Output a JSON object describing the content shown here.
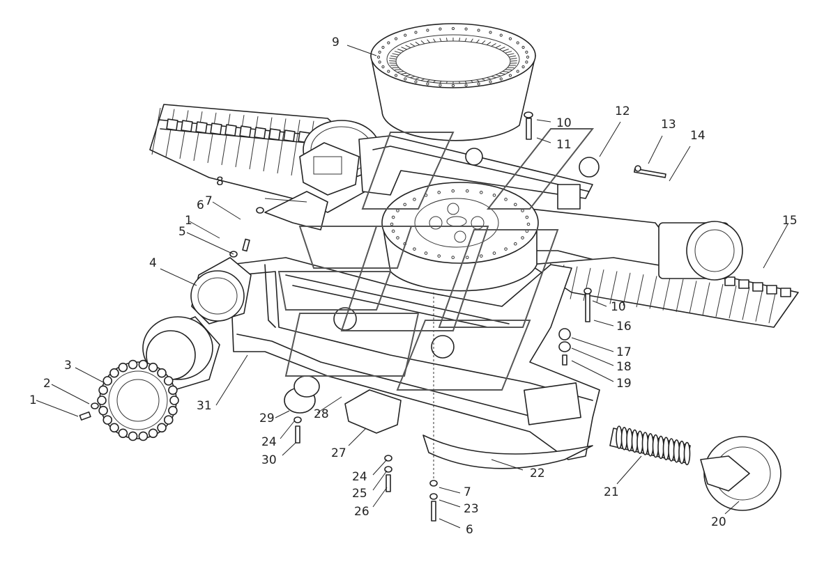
{
  "callouts": [
    {
      "id": "c9",
      "text": "9"
    },
    {
      "id": "c10a",
      "text": "10"
    },
    {
      "id": "c11",
      "text": "11"
    },
    {
      "id": "c12",
      "text": "12"
    },
    {
      "id": "c13",
      "text": "13"
    },
    {
      "id": "c14",
      "text": "14"
    },
    {
      "id": "c8",
      "text": "8"
    },
    {
      "id": "c7a",
      "text": "7"
    },
    {
      "id": "c6a",
      "text": "6"
    },
    {
      "id": "c1a",
      "text": "1"
    },
    {
      "id": "c5",
      "text": "5"
    },
    {
      "id": "c4",
      "text": "4"
    },
    {
      "id": "c15",
      "text": "15"
    },
    {
      "id": "c10b",
      "text": "10"
    },
    {
      "id": "c16",
      "text": "16"
    },
    {
      "id": "c17",
      "text": "17"
    },
    {
      "id": "c18",
      "text": "18"
    },
    {
      "id": "c19",
      "text": "19"
    },
    {
      "id": "c3",
      "text": "3"
    },
    {
      "id": "c2",
      "text": "2"
    },
    {
      "id": "c1b",
      "text": "1"
    },
    {
      "id": "c31",
      "text": "31"
    },
    {
      "id": "c29",
      "text": "29"
    },
    {
      "id": "c28",
      "text": "28"
    },
    {
      "id": "c24a",
      "text": "24"
    },
    {
      "id": "c30",
      "text": "30"
    },
    {
      "id": "c27",
      "text": "27"
    },
    {
      "id": "c24b",
      "text": "24"
    },
    {
      "id": "c25",
      "text": "25"
    },
    {
      "id": "c26",
      "text": "26"
    },
    {
      "id": "c7b",
      "text": "7"
    },
    {
      "id": "c23",
      "text": "23"
    },
    {
      "id": "c6b",
      "text": "6"
    },
    {
      "id": "c22",
      "text": "22"
    },
    {
      "id": "c21",
      "text": "21"
    },
    {
      "id": "c20",
      "text": "20"
    }
  ],
  "colors": {
    "line": "#222222",
    "background": "#ffffff",
    "watermark": "#555555"
  }
}
